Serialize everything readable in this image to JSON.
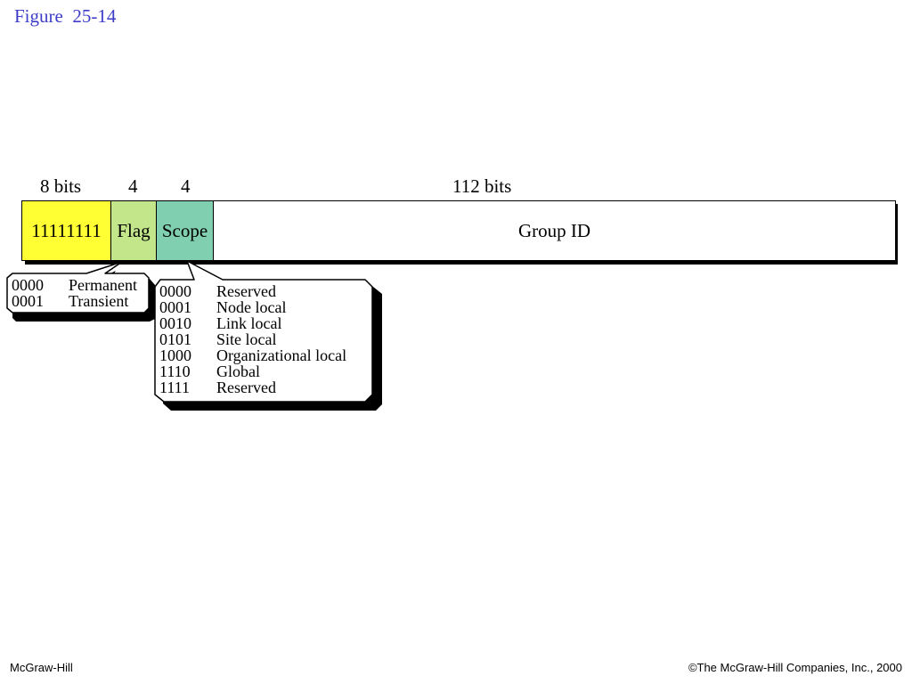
{
  "title": "Figure  25-14",
  "bit_labels": {
    "prefix": "8 bits",
    "flag": "4",
    "scope": "4",
    "group": "112 bits"
  },
  "fields": {
    "prefix": {
      "label": "11111111",
      "color": "#ffff33"
    },
    "flag": {
      "label": "Flag",
      "color": "#c3e68a"
    },
    "scope": {
      "label": "Scope",
      "color": "#7fcfb0"
    },
    "group": {
      "label": "Group ID",
      "color": "#ffffff"
    }
  },
  "flag_table": [
    {
      "code": "0000",
      "meaning": "Permanent"
    },
    {
      "code": "0001",
      "meaning": "Transient"
    }
  ],
  "scope_table": [
    {
      "code": "0000",
      "meaning": "Reserved"
    },
    {
      "code": "0001",
      "meaning": "Node local"
    },
    {
      "code": "0010",
      "meaning": "Link local"
    },
    {
      "code": "0101",
      "meaning": "Site local"
    },
    {
      "code": "1000",
      "meaning": "Organizational local"
    },
    {
      "code": "1110",
      "meaning": "Global"
    },
    {
      "code": "1111",
      "meaning": "Reserved"
    }
  ],
  "footer": {
    "left": "McGraw-Hill",
    "right": "©The McGraw-Hill Companies, Inc., 2000"
  }
}
